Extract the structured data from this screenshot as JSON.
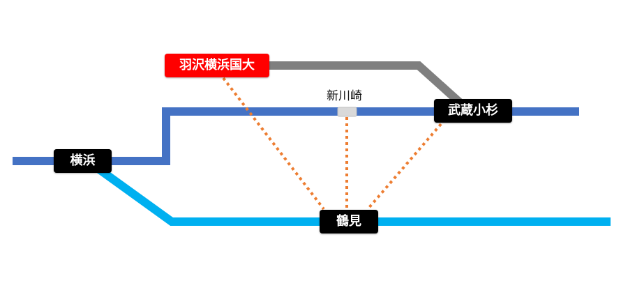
{
  "colors": {
    "blue_line": "#4472c4",
    "light_blue_line": "#00b0f0",
    "gray_line": "#7f7f7f",
    "dotted_link": "#ed7d31",
    "station_box": "#000000",
    "highlight_station_box": "#ff0000",
    "small_station_marker": "#d9d9d9"
  },
  "stations": {
    "yokohama": "横浜",
    "hazawa_yokohama_kokudai": "羽沢横浜国大",
    "shin_kawasaki": "新川崎",
    "musashi_kosugi": "武蔵小杉",
    "tsurumi": "鶴見"
  }
}
